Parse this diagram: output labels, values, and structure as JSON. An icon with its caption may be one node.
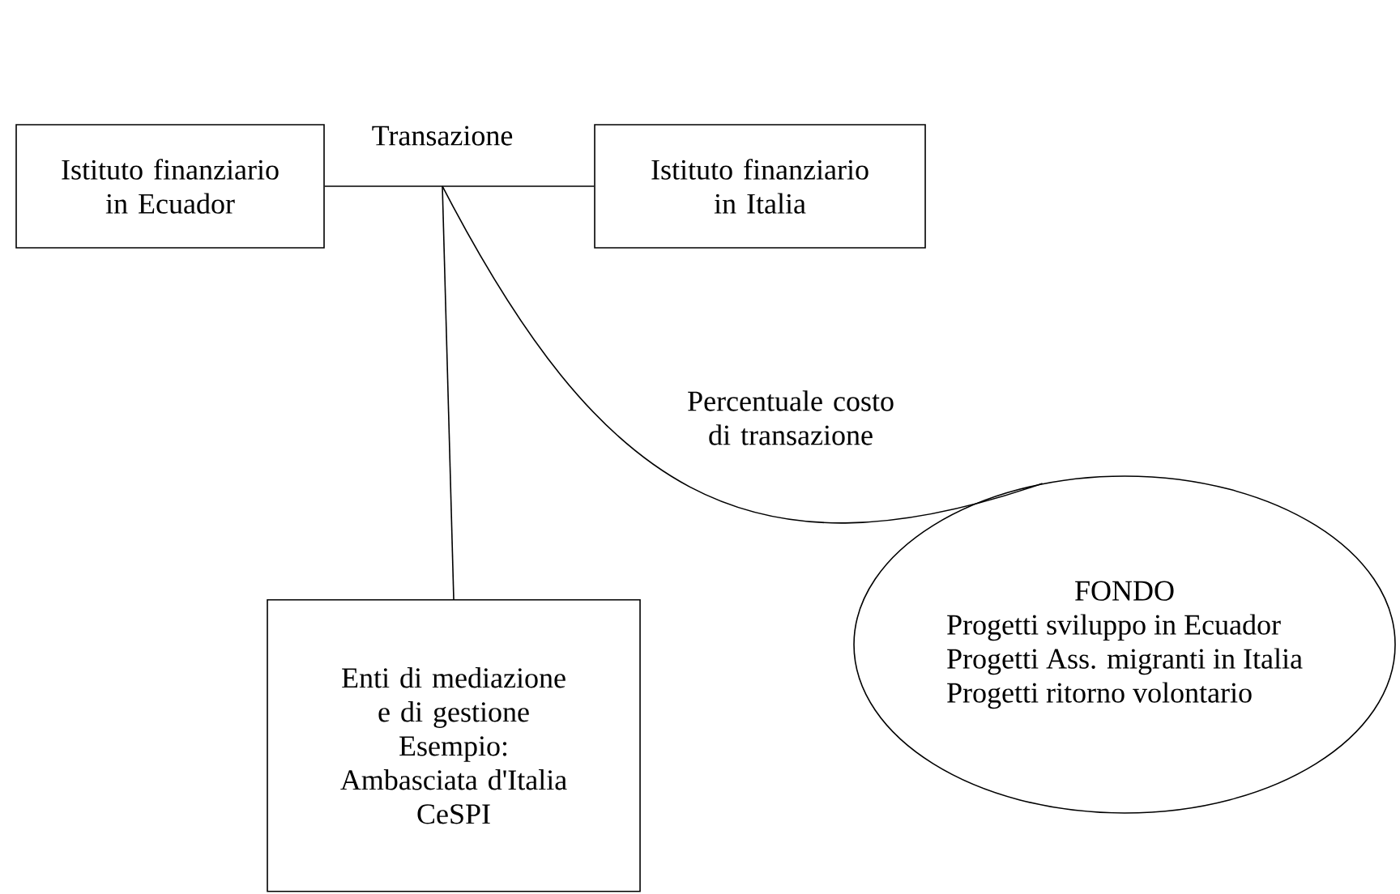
{
  "diagram": {
    "nodes": [
      {
        "text": [
          "Istituto finanziario in Ecuador"
        ]
      },
      {
        "text": [
          "Istituto finanziario in Italia"
        ]
      },
      {
        "text": [
          "Enti di mediazione e di gestione",
          "Esempio:",
          "Ambasciata d'Italia",
          "CeSPI"
        ]
      },
      {
        "text": [
          "FONDO",
          "Progetti sviluppo in Ecuador",
          "Progetti Ass. migranti in Italia",
          "Progetti ritorno volontario"
        ]
      },
      {
        "text": [
          "Transazione"
        ]
      }
    ],
    "edges": [
      {
        "from": 0,
        "to": 4,
        "arrow": "none"
      },
      {
        "from": 4,
        "to": 1,
        "arrow": "none"
      },
      {
        "from": 4,
        "to": 2,
        "arrow": "none"
      },
      {
        "from": 4,
        "to": 3,
        "arrow": "none",
        "label": "Percentuale costo di transazione"
      }
    ]
  }
}
